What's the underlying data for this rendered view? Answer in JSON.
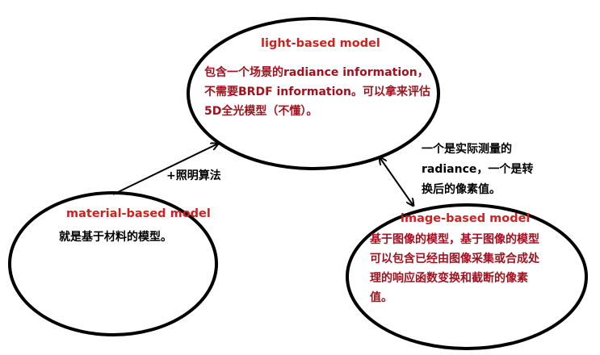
{
  "colors": {
    "background": "#ffffff",
    "outline": "#000000",
    "title_red": "#cc2222",
    "body_red": "#a0121e",
    "body_black": "#000000"
  },
  "nodes": {
    "light": {
      "title": "light-based model",
      "lines": [
        "包含一个场景的radiance information，",
        "不需要BRDF information。可以拿来评估",
        "5D全光模型（不懂）。"
      ]
    },
    "material": {
      "title": "material-based model",
      "lines": [
        "就是基于材料的模型。"
      ]
    },
    "image": {
      "title": "image-based model",
      "lines": [
        "基于图像的模型，基于图像的模型",
        "可以包含已经由图像采集或合成处",
        "理的响应函数变换和截断的像素",
        "值。"
      ]
    }
  },
  "edges": {
    "material_to_light": {
      "label": "+照明算法"
    },
    "light_image": {
      "lines": [
        "一个是实际测量的",
        "radiance，一个是转",
        "换后的像素值。"
      ]
    }
  }
}
